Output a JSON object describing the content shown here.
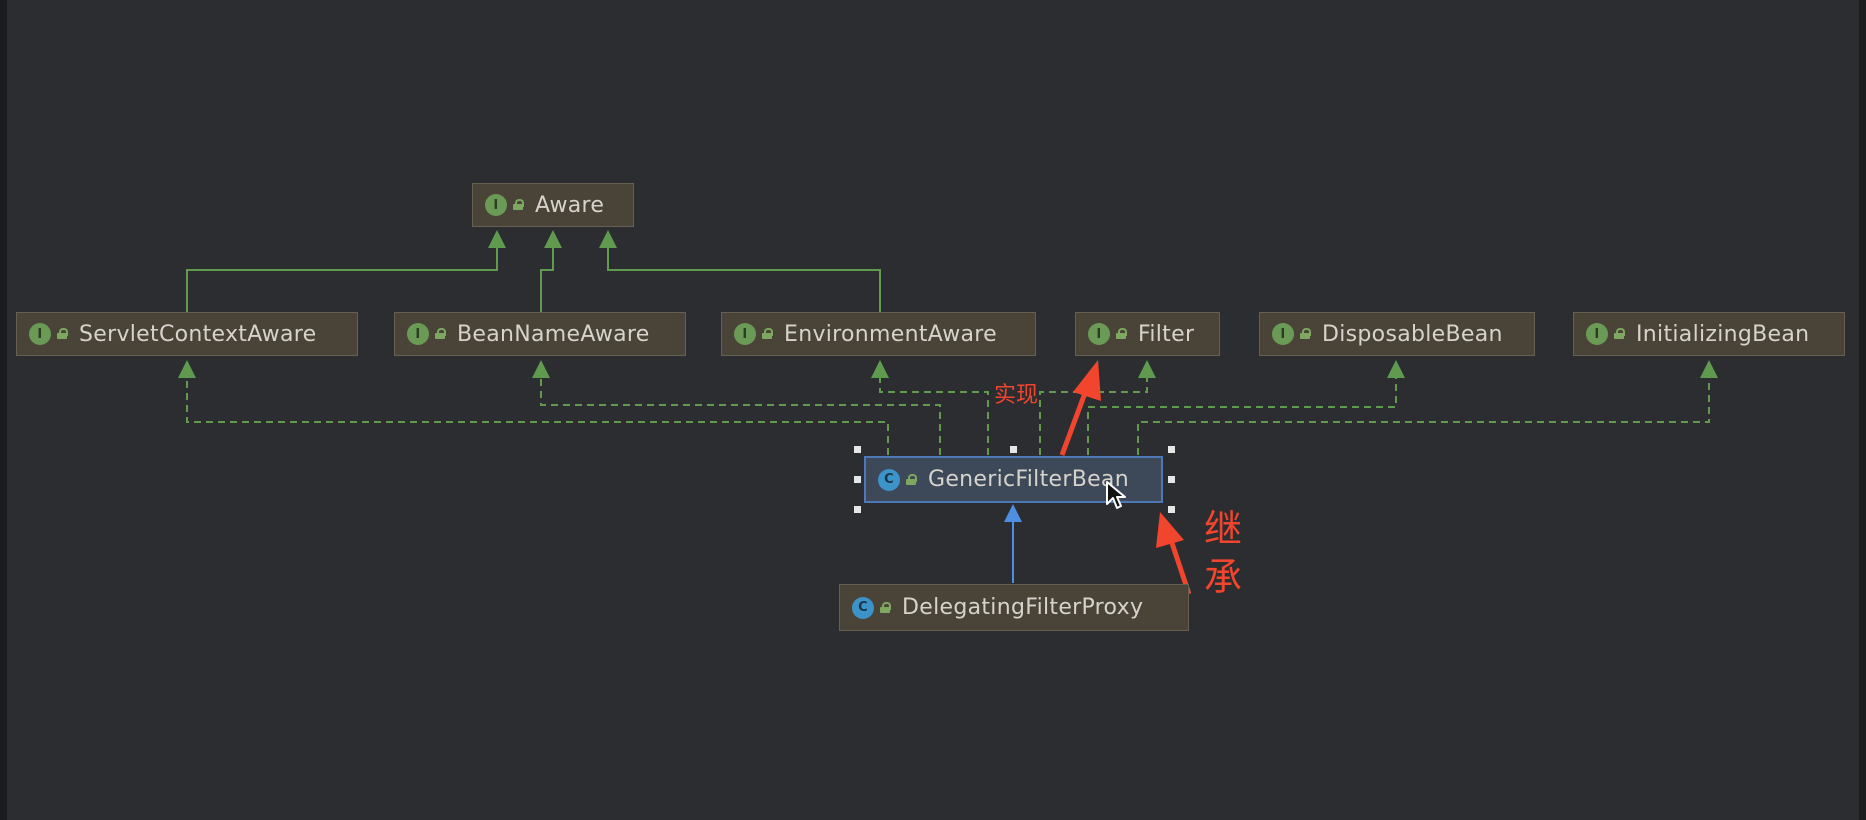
{
  "diagram": {
    "nodes": [
      {
        "id": "aware",
        "kind": "I",
        "label": "Aware"
      },
      {
        "id": "servlet_context_aware",
        "kind": "I",
        "label": "ServletContextAware"
      },
      {
        "id": "bean_name_aware",
        "kind": "I",
        "label": "BeanNameAware"
      },
      {
        "id": "environment_aware",
        "kind": "I",
        "label": "EnvironmentAware"
      },
      {
        "id": "filter",
        "kind": "I",
        "label": "Filter"
      },
      {
        "id": "disposable_bean",
        "kind": "I",
        "label": "DisposableBean"
      },
      {
        "id": "initializing_bean",
        "kind": "I",
        "label": "InitializingBean"
      },
      {
        "id": "generic_filter_bean",
        "kind": "C",
        "label": "GenericFilterBean"
      },
      {
        "id": "delegating_filter_proxy",
        "kind": "C",
        "label": "DelegatingFilterProxy"
      }
    ],
    "selected": "GenericFilterBean"
  },
  "annotations": {
    "implements": "实现",
    "extends_char_1": "继",
    "extends_char_2": "承"
  },
  "colors": {
    "background": "#2b2d30",
    "node_fill": "#4a4438",
    "interface_arrow": "#5f9a4f",
    "class_arrow": "#4d8fe0",
    "annotation_red": "#f2452d",
    "selection_border": "#4f78b8"
  }
}
